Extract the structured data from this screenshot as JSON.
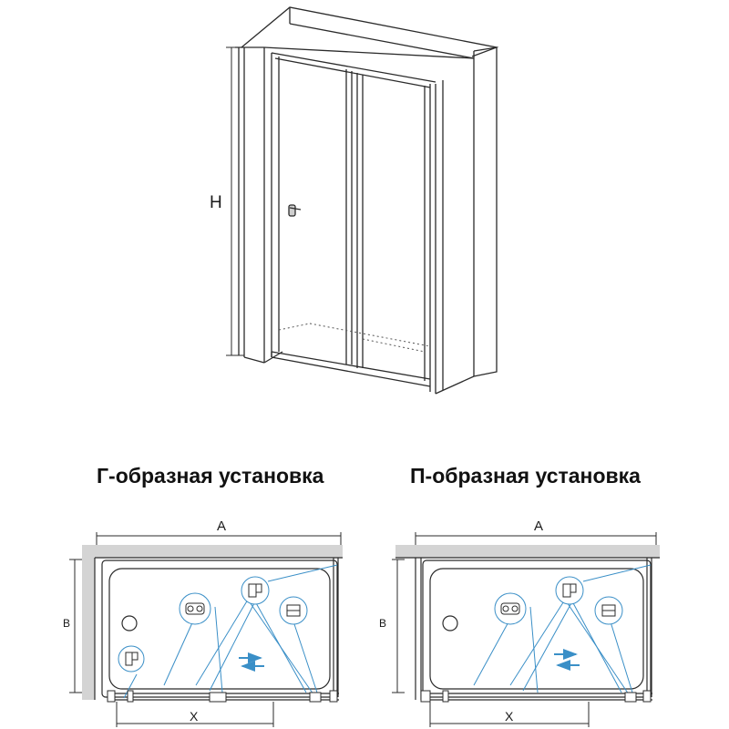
{
  "shower_view": {
    "height_label": "H"
  },
  "plans": [
    {
      "heading": "Г-образная установка",
      "width_label": "A",
      "depth_label": "B",
      "door_label": "X"
    },
    {
      "heading": "П-образная установка",
      "width_label": "A",
      "depth_label": "B",
      "door_label": "X"
    }
  ],
  "colors": {
    "line": "#2b2b2b",
    "wall": "#d4d4d4",
    "accent": "#3a8fc7"
  }
}
